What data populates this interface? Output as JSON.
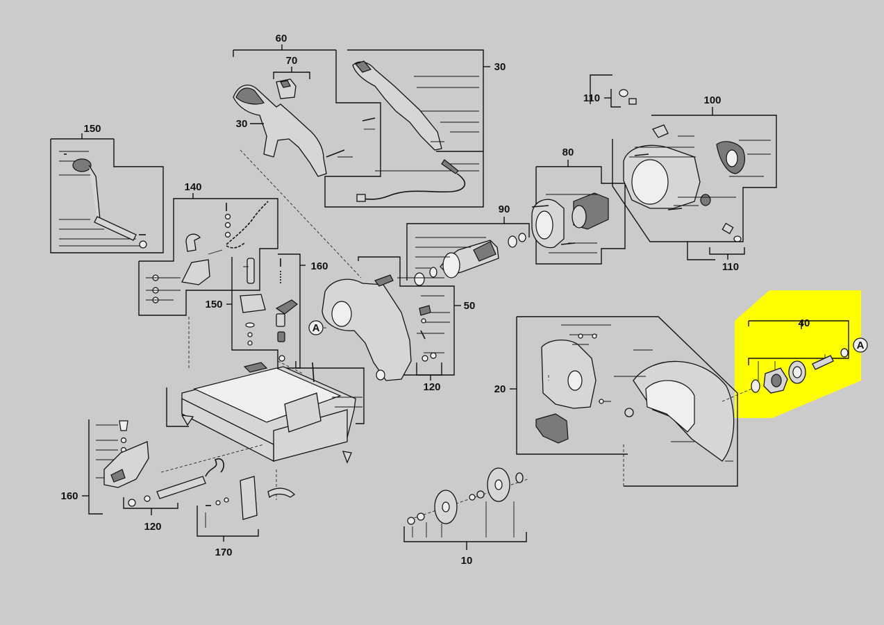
{
  "diagram": {
    "group_labels": {
      "g10": "10",
      "g20": "20",
      "g30a": "30",
      "g30b": "30",
      "g40": "40",
      "g50": "50",
      "g60": "60",
      "g70": "70",
      "g80": "80",
      "g90": "90",
      "g100": "100",
      "g110a": "110",
      "g110b": "110",
      "g120a": "120",
      "g120b": "120",
      "g140": "140",
      "g150a": "150",
      "g150b": "150",
      "g160a": "160",
      "g160b": "160",
      "g170": "170"
    },
    "callouts": {
      "a1": "A",
      "a2": "A"
    },
    "highlight_color": "#ffff00",
    "background_color": "#cbcbcb"
  }
}
